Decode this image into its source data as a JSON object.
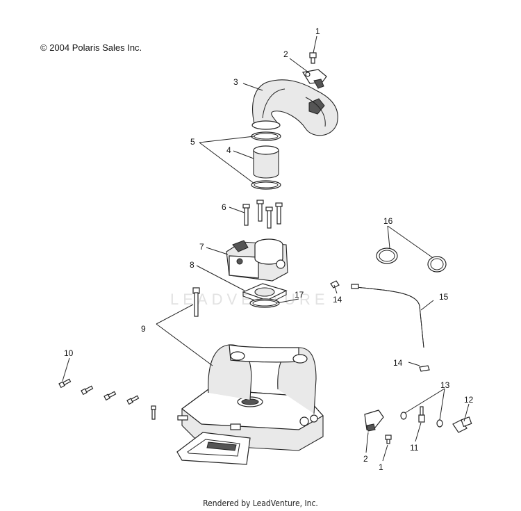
{
  "copyright": "© 2004 Polaris Sales Inc.",
  "footer": "Rendered by LeadVenture, Inc.",
  "watermark": "LEADVENTURE",
  "callouts": {
    "c1_top": "1",
    "c2_top": "2",
    "c3": "3",
    "c4": "4",
    "c5": "5",
    "c6": "6",
    "c7": "7",
    "c8": "8",
    "c9": "9",
    "c10": "10",
    "c11": "11",
    "c12": "12",
    "c13": "13",
    "c14_top": "14",
    "c14_bottom": "14",
    "c15": "15",
    "c16": "16",
    "c17": "17",
    "c2_bottom": "2",
    "c1_bottom": "1"
  }
}
